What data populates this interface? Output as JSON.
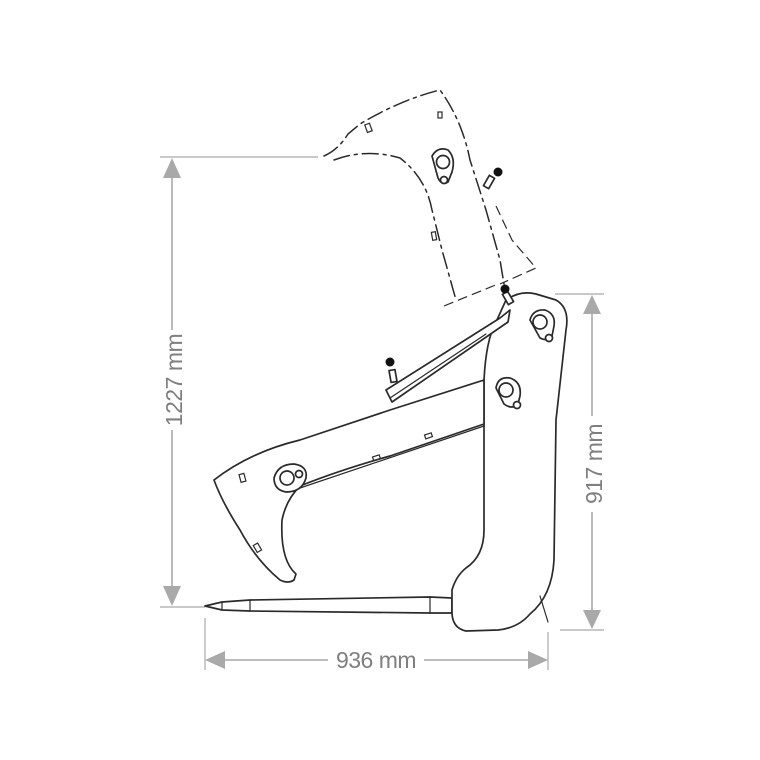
{
  "dimensions": {
    "total_height": "1227 mm",
    "fork_height": "917 mm",
    "length": "936 mm"
  },
  "colors": {
    "line": "#2a2a2a",
    "dimension": "#a9a9a9",
    "dimension_text": "#7f7f7f",
    "background": "#ffffff"
  }
}
